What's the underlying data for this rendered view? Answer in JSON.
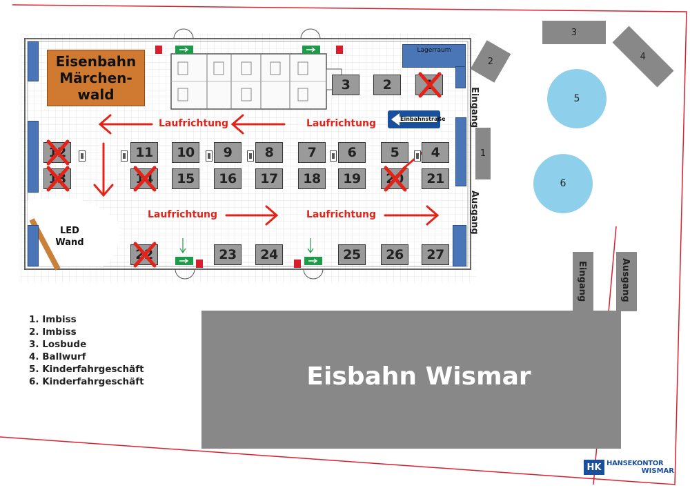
{
  "attraction": {
    "name_lines": [
      "Eisenbahn",
      "Märchen-",
      "wald"
    ]
  },
  "led_wall": {
    "lines": [
      "LED",
      "Wand"
    ]
  },
  "storage": {
    "label": "Lagerraum"
  },
  "one_way_sign": {
    "label": "Einbahnstraße"
  },
  "direction_label": "Laufrichtung",
  "hall_side_labels": {
    "entrance": "Eingang",
    "exit": "Ausgang"
  },
  "booths": [
    {
      "number": "1",
      "crossed": true,
      "row": "top"
    },
    {
      "number": "2",
      "crossed": false,
      "row": "top"
    },
    {
      "number": "3",
      "crossed": false,
      "row": "top"
    },
    {
      "number": "12",
      "crossed": true,
      "row": "middle-upper"
    },
    {
      "number": "11",
      "crossed": false,
      "row": "middle-upper"
    },
    {
      "number": "10",
      "crossed": false,
      "row": "middle-upper"
    },
    {
      "number": "9",
      "crossed": false,
      "row": "middle-upper"
    },
    {
      "number": "8",
      "crossed": false,
      "row": "middle-upper"
    },
    {
      "number": "7",
      "crossed": false,
      "row": "middle-upper"
    },
    {
      "number": "6",
      "crossed": false,
      "row": "middle-upper"
    },
    {
      "number": "5",
      "crossed": false,
      "row": "middle-upper"
    },
    {
      "number": "4",
      "crossed": false,
      "row": "middle-upper"
    },
    {
      "number": "13",
      "crossed": true,
      "row": "middle-lower"
    },
    {
      "number": "14",
      "crossed": true,
      "row": "middle-lower"
    },
    {
      "number": "15",
      "crossed": false,
      "row": "middle-lower"
    },
    {
      "number": "16",
      "crossed": false,
      "row": "middle-lower"
    },
    {
      "number": "17",
      "crossed": false,
      "row": "middle-lower"
    },
    {
      "number": "18",
      "crossed": false,
      "row": "middle-lower"
    },
    {
      "number": "19",
      "crossed": false,
      "row": "middle-lower"
    },
    {
      "number": "20",
      "crossed": true,
      "row": "middle-lower"
    },
    {
      "number": "21",
      "crossed": false,
      "row": "middle-lower"
    },
    {
      "number": "22",
      "crossed": true,
      "row": "bottom"
    },
    {
      "number": "23",
      "crossed": false,
      "row": "bottom"
    },
    {
      "number": "24",
      "crossed": false,
      "row": "bottom"
    },
    {
      "number": "25",
      "crossed": false,
      "row": "bottom"
    },
    {
      "number": "26",
      "crossed": false,
      "row": "bottom"
    },
    {
      "number": "27",
      "crossed": false,
      "row": "bottom"
    }
  ],
  "outdoor_stands": {
    "stand_1": "1",
    "stand_2": "2",
    "stand_3": "3",
    "stand_4": "4",
    "ride_5": "5",
    "ride_6": "6"
  },
  "rink": {
    "name": "Eisbahn Wismar",
    "entrance": "Eingang",
    "exit": "Ausgang"
  },
  "legend": [
    "1. Imbiss",
    "2. Imbiss",
    "3. Losbude",
    "4. Ballwurf",
    "5. Kinderfahrgeschäft",
    "6. Kinderfahrgeschäft"
  ],
  "logo": {
    "mark": "HK",
    "line1": "HANSEKONTOR",
    "line2": "WISMAR"
  },
  "colors": {
    "boundary": "#d81e2c",
    "attraction": "#cf7a30",
    "booth": "#9a9a9a",
    "storage": "#4a76b8",
    "arrow": "#e2231a",
    "ride": "#8ed0ec",
    "rink": "#888888",
    "logo": "#1a4f9c"
  }
}
